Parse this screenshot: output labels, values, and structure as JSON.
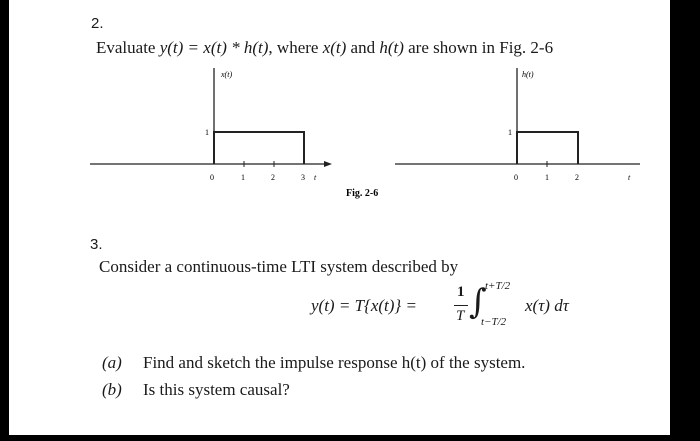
{
  "problem2": {
    "number": "2.",
    "text_prefix": "Evaluate ",
    "expression": "y(t) = x(t) * h(t)",
    "text_mid": ", where ",
    "x": "x(t)",
    "and": " and ",
    "h": "h(t)",
    "text_suffix": " are shown in Fig. 2-6"
  },
  "figure": {
    "caption": "Fig. 2-6",
    "left_plot": {
      "ylabel": "x(t)",
      "ytick": "1",
      "xticks": [
        "0",
        "1",
        "2",
        "3"
      ],
      "xlabel": "t",
      "pulse": {
        "start": 0,
        "end": 3,
        "height": 1
      }
    },
    "right_plot": {
      "ylabel": "h(t)",
      "ytick": "1",
      "xticks": [
        "0",
        "1",
        "2"
      ],
      "xlabel": "t",
      "pulse": {
        "start": 0,
        "end": 2,
        "height": 1
      }
    }
  },
  "problem3": {
    "number": "3.",
    "intro": "Consider a continuous-time LTI system described by",
    "formula": {
      "lhs": "y(t) = T{x(t)} = ",
      "frac_num": "1",
      "frac_den": "T",
      "integral": "∫",
      "upper_limit": "t+T/2",
      "lower_limit": "t−T/2",
      "integrand": "x(τ) dτ"
    },
    "parts": [
      {
        "label": "(a)",
        "text": "Find and sketch the impulse response h(t) of the system."
      },
      {
        "label": "(b)",
        "text": "Is this system causal?"
      }
    ]
  }
}
